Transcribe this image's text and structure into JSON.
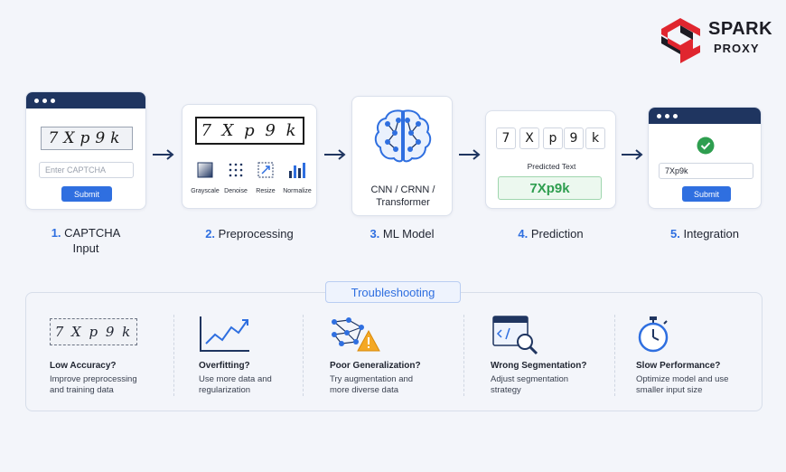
{
  "brand": {
    "line1": "SPARK",
    "line2": "PROXY",
    "red": "#e0262f",
    "dark": "#1c1c24"
  },
  "colors": {
    "accent": "#2f6fe0",
    "navy": "#1f3560",
    "success": "#2e9e4f"
  },
  "steps": [
    {
      "num": "1.",
      "label": "CAPTCHA",
      "label2": "Input"
    },
    {
      "num": "2.",
      "label": "Preprocessing"
    },
    {
      "num": "3.",
      "label": "ML Model"
    },
    {
      "num": "4.",
      "label": "Prediction"
    },
    {
      "num": "5.",
      "label": "Integration"
    }
  ],
  "input_card": {
    "captcha": "7Xp9k",
    "placeholder": "Enter CAPTCHA",
    "button": "Submit"
  },
  "preprocessing_card": {
    "captcha": "7 X p 9 k",
    "ops": [
      "Grayscale",
      "Denoise",
      "Resize",
      "Normalize"
    ]
  },
  "model_card": {
    "name_line1": "CNN / CRNN /",
    "name_line2": "Transformer",
    "icon": "brain-network-icon"
  },
  "prediction_card": {
    "chars": [
      "7",
      "X",
      "p",
      "9",
      "k"
    ],
    "label": "Predicted Text",
    "result": "7Xp9k"
  },
  "integration_card": {
    "value": "7Xp9k",
    "button": "Submit",
    "icon": "check-circle-icon"
  },
  "troubleshooting": {
    "title": "Troubleshooting",
    "items": [
      {
        "title": "Low Accuracy?",
        "desc": "Improve preprocessing and training data",
        "icon": "captcha-image-icon",
        "captcha": "7 X p 9 k"
      },
      {
        "title": "Overfitting?",
        "desc": "Use more data and regularization",
        "icon": "trend-chart-icon"
      },
      {
        "title": "Poor Generalization?",
        "desc": "Try augmentation and more diverse data",
        "icon": "network-warning-icon"
      },
      {
        "title": "Wrong Segmentation?",
        "desc": "Adjust segmentation strategy",
        "icon": "code-search-icon"
      },
      {
        "title": "Slow Performance?",
        "desc": "Optimize model and use smaller input size",
        "icon": "stopwatch-icon"
      }
    ]
  }
}
